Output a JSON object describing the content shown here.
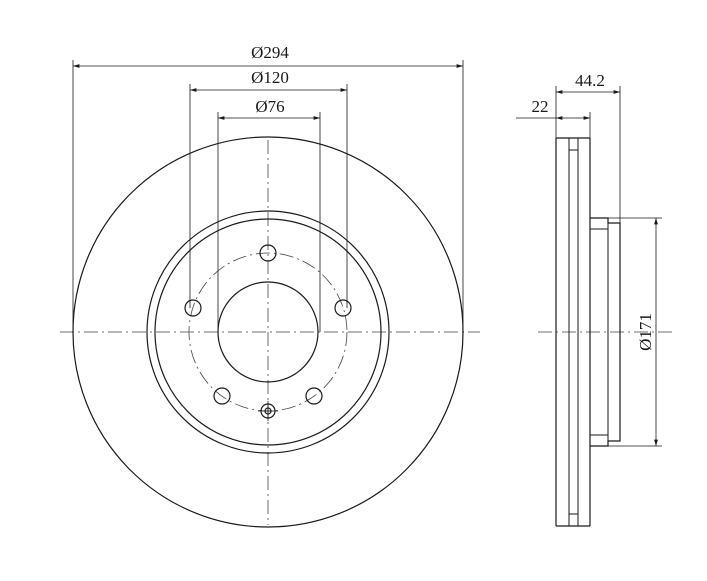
{
  "dimensions": {
    "outer_diameter": "Ø294",
    "bolt_circle_diameter": "Ø120",
    "center_bore_diameter": "Ø76",
    "overall_height": "44.2",
    "disc_thickness": "22",
    "hat_diameter": "Ø171"
  },
  "colors": {
    "line": "#1a1a1a",
    "background": "#ffffff"
  }
}
